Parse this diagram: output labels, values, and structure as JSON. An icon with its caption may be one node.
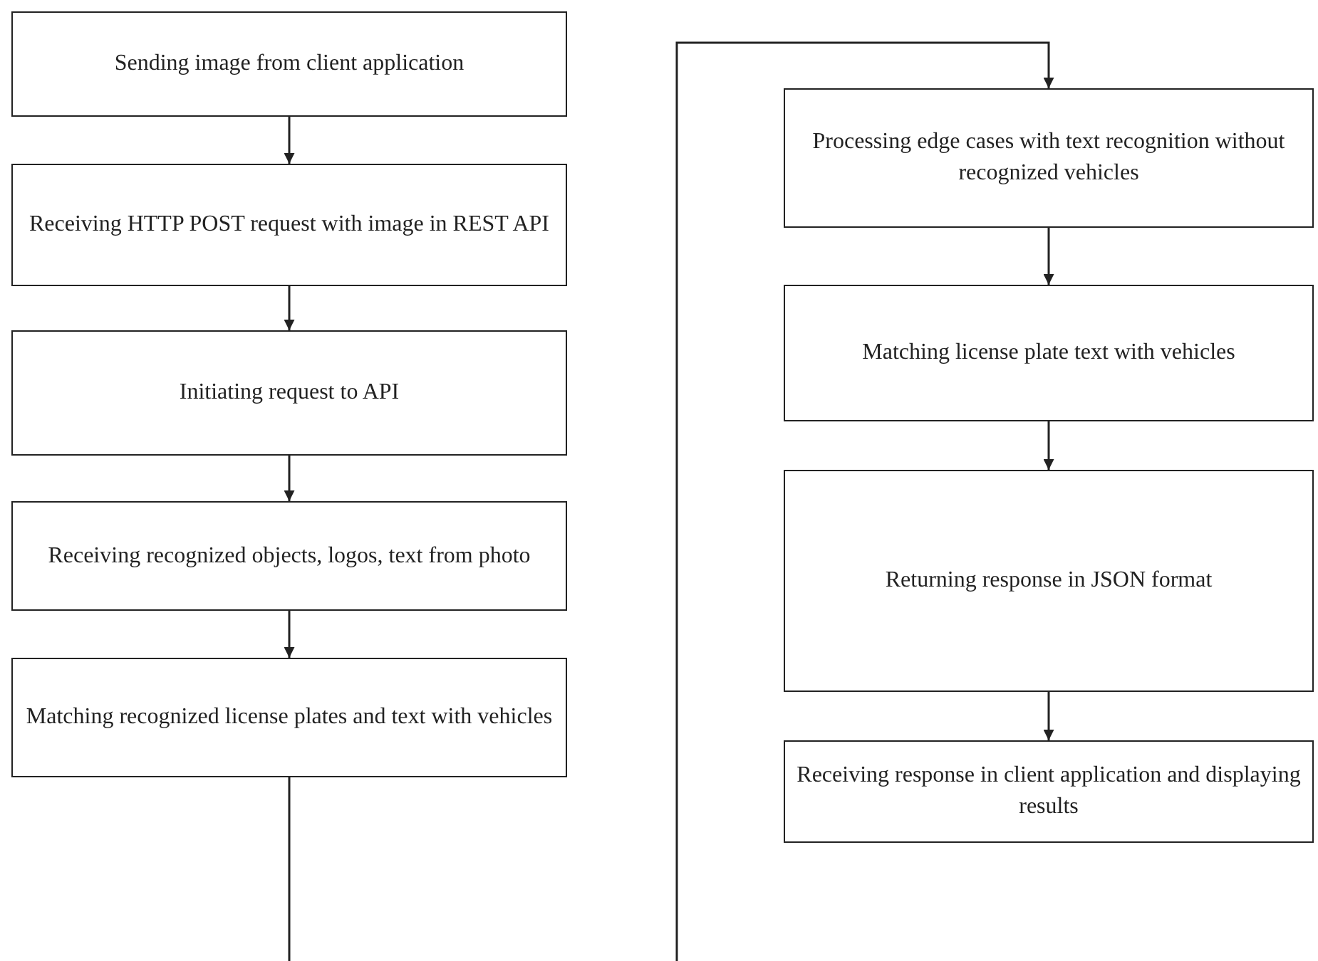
{
  "diagram": {
    "nodes": [
      {
        "text": [
          "Sending image from client application"
        ]
      },
      {
        "text": [
          "Receiving HTTP POST request with image in REST API"
        ]
      },
      {
        "text": [
          "Initiating request to API"
        ]
      },
      {
        "text": [
          "Receiving recognized objects, logos, text from photo"
        ]
      },
      {
        "text": [
          "Matching recognized license plates and text with vehicles"
        ]
      },
      {
        "text": [
          "Processing edge cases with text recognition without recognized vehicles"
        ]
      },
      {
        "text": [
          "Matching license plate text with vehicles"
        ]
      },
      {
        "text": [
          "Returning response in JSON format"
        ]
      },
      {
        "text": [
          "Receiving response in client application and displaying results"
        ]
      }
    ],
    "edges": [
      {
        "from": 0,
        "to": 1,
        "arrow": "to"
      },
      {
        "from": 1,
        "to": 2,
        "arrow": "to"
      },
      {
        "from": 2,
        "to": 3,
        "arrow": "to"
      },
      {
        "from": 3,
        "to": 4,
        "arrow": "to"
      },
      {
        "from": 4,
        "to": null,
        "arrow": "none"
      },
      {
        "from": null,
        "to": 5,
        "arrow": "to"
      },
      {
        "from": 5,
        "to": 6,
        "arrow": "to"
      },
      {
        "from": 6,
        "to": 7,
        "arrow": "to"
      },
      {
        "from": 7,
        "to": 8,
        "arrow": "to"
      }
    ]
  }
}
